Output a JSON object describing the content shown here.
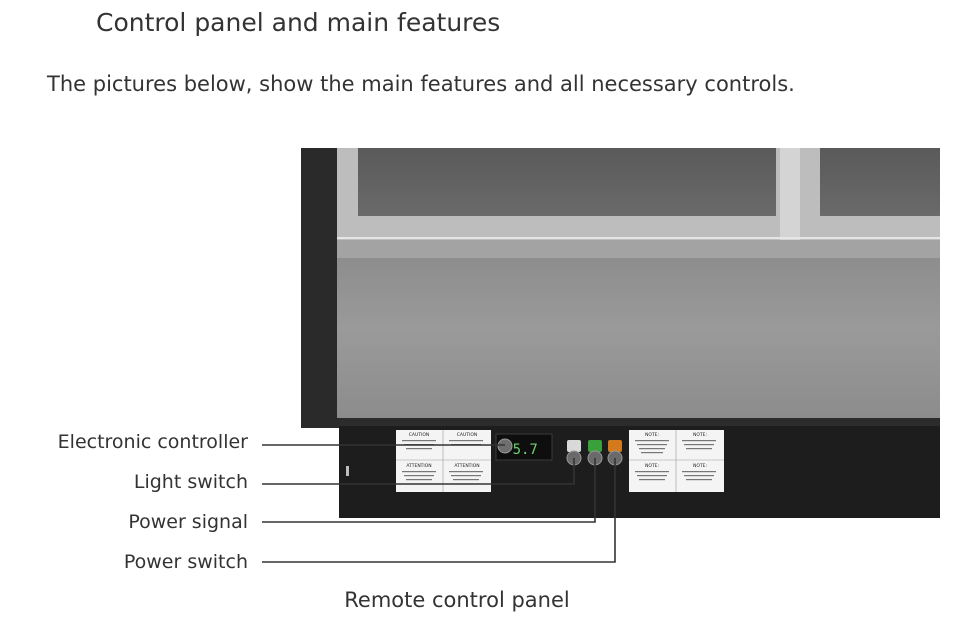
{
  "heading": "Control panel and main features",
  "intro": "The pictures below, show the main features and all necessary controls.",
  "callouts": {
    "electronic_controller": "Electronic controller",
    "light_switch": "Light switch",
    "power_signal": "Power signal",
    "power_switch": "Power switch"
  },
  "controller_display": "-5.7",
  "sticker_left": {
    "caution_1": "CAUTION",
    "caution_2": "CAUTION",
    "attention_1": "ATTENTION",
    "attention_2": "ATTENTION"
  },
  "sticker_right": {
    "note_1": "NOTE:",
    "note_2": "NOTE:",
    "note_3": "NOTE:",
    "note_4": "NOTE:"
  },
  "caption": "Remote control panel",
  "colors": {
    "light_switch": "#d9d9d9",
    "power_signal": "#3aa03a",
    "power_switch": "#d47a1c",
    "display_digits": "#6fd06f"
  }
}
